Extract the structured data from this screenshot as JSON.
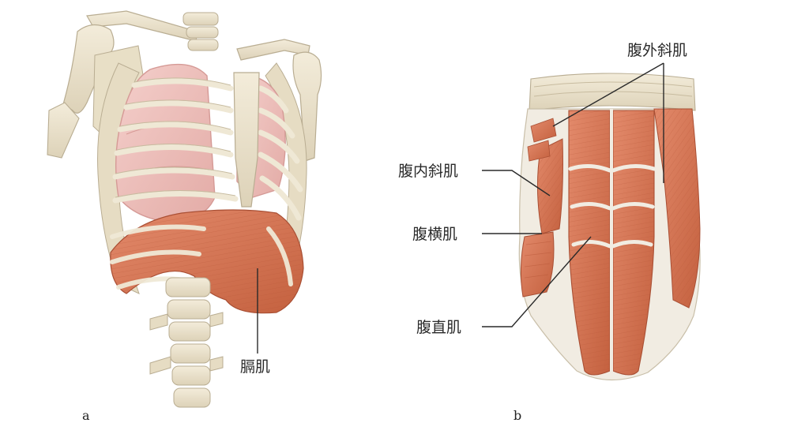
{
  "panels": {
    "a": {
      "letter": "a",
      "labels": {
        "diaphragm": "膈肌"
      }
    },
    "b": {
      "letter": "b",
      "labels": {
        "external_oblique": "腹外斜肌",
        "internal_oblique": "腹内斜肌",
        "transversus": "腹横肌",
        "rectus": "腹直肌"
      }
    }
  },
  "colors": {
    "bone": "#ece4cf",
    "bone_edge": "#b9ad92",
    "lung": "#efc1bd",
    "lung_edge": "#d59a96",
    "muscle": "#d9785a",
    "muscle_dark": "#b85a3f",
    "fascia": "#f1ece2"
  }
}
